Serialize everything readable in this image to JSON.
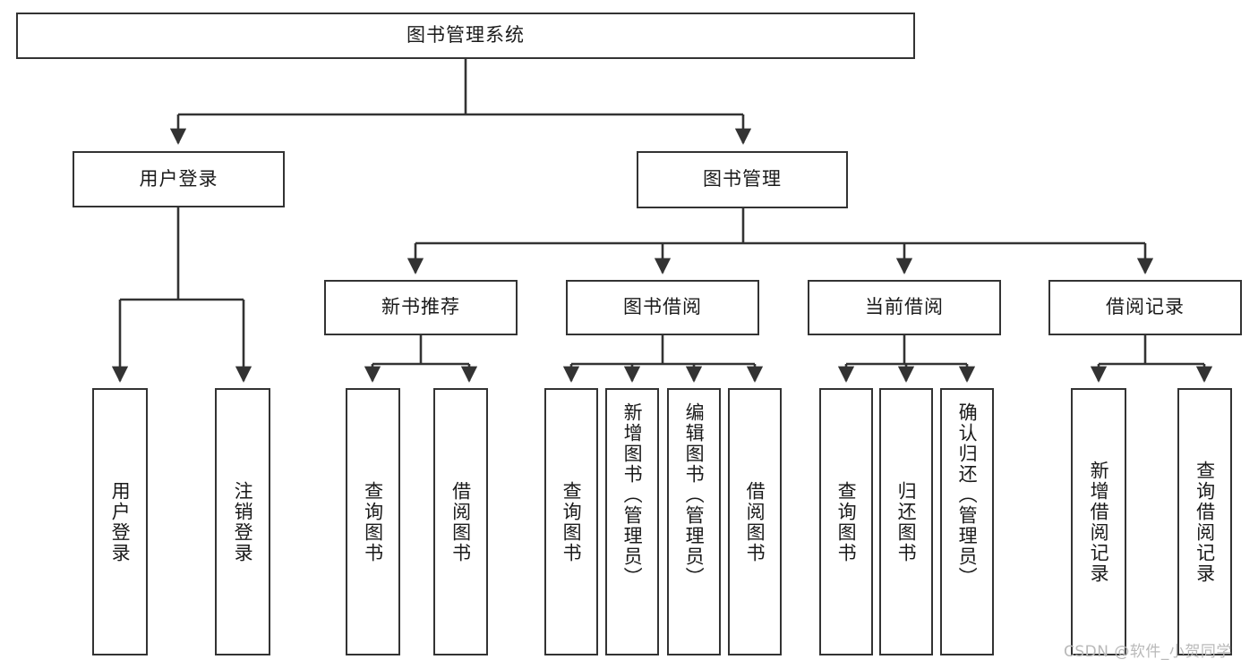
{
  "diagram": {
    "title": "图书管理系统",
    "type": "tree-hierarchy",
    "root": {
      "label": "图书管理系统"
    },
    "level2": [
      {
        "label": "用户登录"
      },
      {
        "label": "图书管理"
      }
    ],
    "level3": [
      {
        "label": "新书推荐"
      },
      {
        "label": "图书借阅"
      },
      {
        "label": "当前借阅"
      },
      {
        "label": "借阅记录"
      }
    ],
    "leaves": {
      "user_login": [
        {
          "label": "用户登录"
        },
        {
          "label": "注销登录"
        }
      ],
      "new_book_recommend": [
        {
          "label": "查询图书"
        },
        {
          "label": "借阅图书"
        }
      ],
      "book_borrow": [
        {
          "label": "查询图书"
        },
        {
          "label": "新增图书（管理员）"
        },
        {
          "label": "编辑图书（管理员）"
        },
        {
          "label": "借阅图书"
        }
      ],
      "current_borrow": [
        {
          "label": "查询图书"
        },
        {
          "label": "归还图书"
        },
        {
          "label": "确认归还（管理员）"
        }
      ],
      "borrow_record": [
        {
          "label": "新增借阅记录"
        },
        {
          "label": "查询借阅记录"
        }
      ]
    }
  },
  "watermark": {
    "text": "CSDN @软件_小贺同学"
  },
  "colors": {
    "stroke": "#333333",
    "background": "#ffffff",
    "text": "#1a1a1a",
    "watermark": "#b9b9b9"
  }
}
